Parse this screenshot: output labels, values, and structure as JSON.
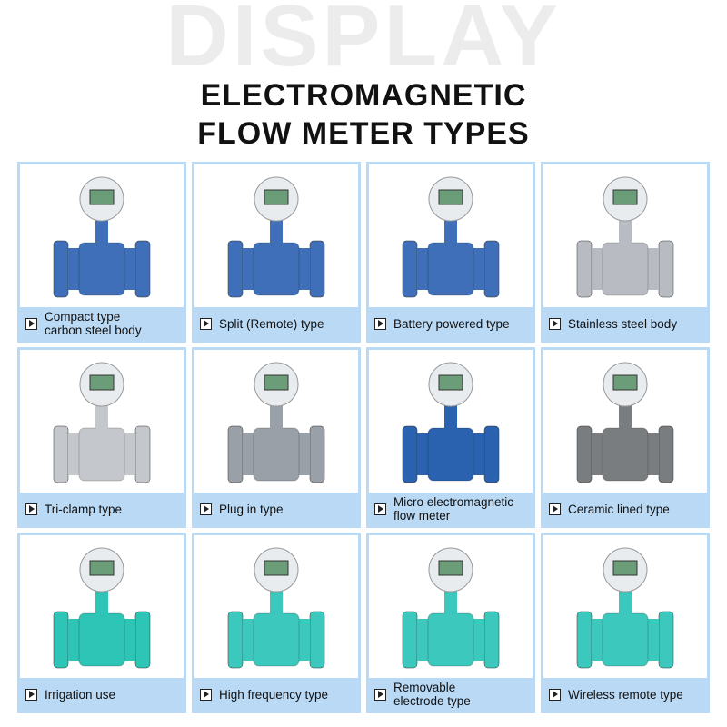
{
  "background_word": "DISPLAY",
  "title": {
    "line1": "ELECTROMAGNETIC",
    "line2": "FLOW METER TYPES"
  },
  "items": [
    {
      "label1": "Compact type",
      "label2": "carbon steel body",
      "color": "#3f6fb8"
    },
    {
      "label1": "Split (Remote) type",
      "label2": "",
      "color": "#3f6fb8"
    },
    {
      "label1": "Battery powered type",
      "label2": "",
      "color": "#3f6fb8"
    },
    {
      "label1": "Stainless steel body",
      "label2": "",
      "color": "#b8bcc2"
    },
    {
      "label1": "Tri-clamp type",
      "label2": "",
      "color": "#c4c7cc"
    },
    {
      "label1": "Plug in type",
      "label2": "",
      "color": "#9aa0a8"
    },
    {
      "label1": "Micro electromagnetic",
      "label2": "flow meter",
      "color": "#2a62b0"
    },
    {
      "label1": "Ceramic lined type",
      "label2": "",
      "color": "#7a7d80"
    },
    {
      "label1": "Irrigation use",
      "label2": "",
      "color": "#2ec4b6"
    },
    {
      "label1": "High frequency type",
      "label2": "",
      "color": "#3cc8bd"
    },
    {
      "label1": "Removable",
      "label2": "electrode type",
      "color": "#3cc8bd"
    },
    {
      "label1": "Wireless remote type",
      "label2": "",
      "color": "#3cc8bd"
    }
  ]
}
